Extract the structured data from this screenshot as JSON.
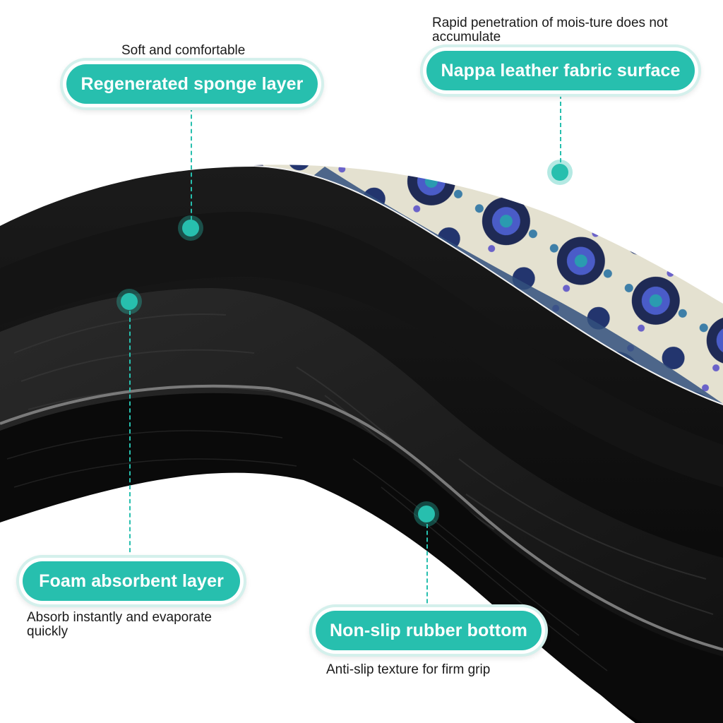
{
  "callouts": {
    "sponge": {
      "title": "Regenerated sponge layer",
      "caption": "Soft and comfortable"
    },
    "nappa": {
      "title": "Nappa leather fabric surface",
      "caption": "Rapid penetration of mois-ture does not accumulate"
    },
    "foam": {
      "title": "Foam absorbent layer",
      "caption": "Absorb instantly and evaporate quickly"
    },
    "rubber": {
      "title": "Non-slip rubber bottom",
      "caption": "Anti-slip texture for firm grip"
    }
  },
  "colors": {
    "accent": "#27bfae",
    "mat_black": "#0b0b0b",
    "pattern_navy": "#1f2a55",
    "pattern_cream": "#e6e2cf"
  }
}
